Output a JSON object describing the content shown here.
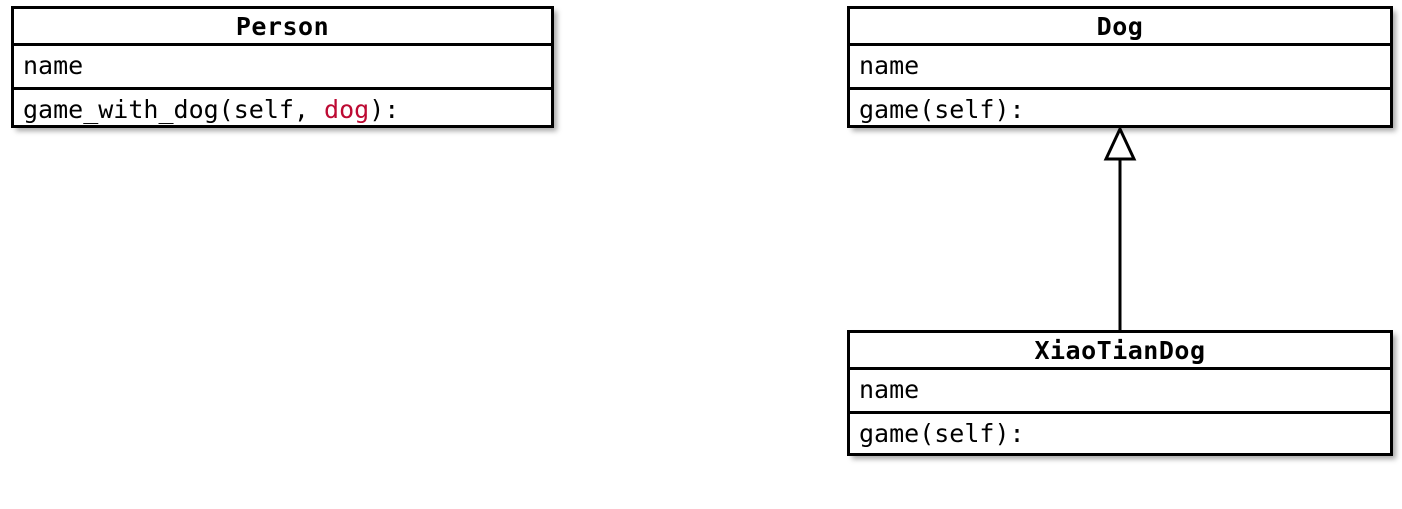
{
  "diagram": {
    "type": "uml-class-diagram",
    "background_color": "#ffffff",
    "line_color": "#000000",
    "accent_color": "#bd0a33",
    "classes": [
      {
        "id": "person",
        "name": "Person",
        "attributes": [
          "name"
        ],
        "methods": [
          {
            "text": "game_with_dog(self, dog):",
            "parts": [
              {
                "text": "game_with_dog(self, ",
                "color": "#000000"
              },
              {
                "text": "dog",
                "color": "#bd0a33"
              },
              {
                "text": "):",
                "color": "#000000"
              }
            ]
          }
        ]
      },
      {
        "id": "dog",
        "name": "Dog",
        "attributes": [
          "name"
        ],
        "methods": [
          {
            "text": "game(self):",
            "parts": [
              {
                "text": "game(self):",
                "color": "#000000"
              }
            ]
          }
        ]
      },
      {
        "id": "xiaotiandog",
        "name": "XiaoTianDog",
        "attributes": [
          "name"
        ],
        "methods": [
          {
            "text": "game(self):",
            "parts": [
              {
                "text": "game(self):",
                "color": "#000000"
              }
            ]
          }
        ]
      }
    ],
    "relationships": [
      {
        "id": "xiaotiandog-inherits-dog",
        "kind": "generalization",
        "from": "XiaoTianDog",
        "to": "Dog",
        "arrowhead": "hollow-triangle",
        "line_style": "solid"
      }
    ]
  }
}
